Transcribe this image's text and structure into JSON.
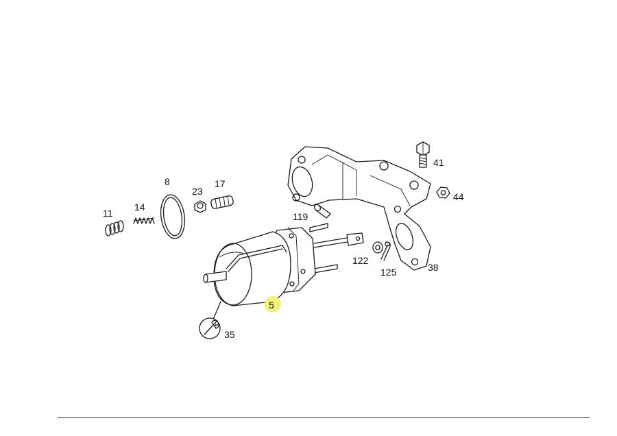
{
  "diagram": {
    "callouts": [
      {
        "id": "5",
        "label": "5",
        "highlighted": true
      },
      {
        "id": "8",
        "label": "8"
      },
      {
        "id": "11",
        "label": "11"
      },
      {
        "id": "14",
        "label": "14"
      },
      {
        "id": "17",
        "label": "17"
      },
      {
        "id": "23",
        "label": "23"
      },
      {
        "id": "35",
        "label": "35"
      },
      {
        "id": "38",
        "label": "38"
      },
      {
        "id": "41",
        "label": "41"
      },
      {
        "id": "44",
        "label": "44"
      },
      {
        "id": "119",
        "label": "119"
      },
      {
        "id": "122",
        "label": "122"
      },
      {
        "id": "125",
        "label": "125"
      }
    ],
    "highlight_color": "#f3f37a"
  }
}
